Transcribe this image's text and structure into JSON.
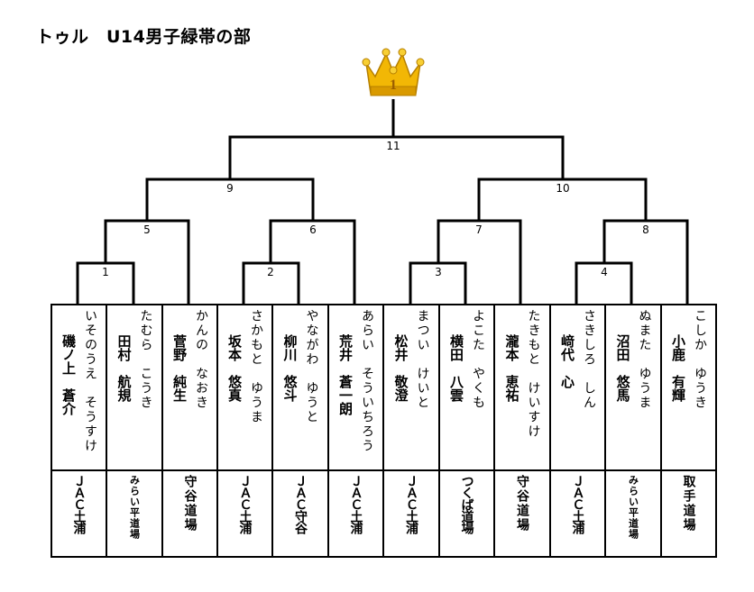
{
  "title": "トゥル　U14男子緑帯の部",
  "trophy": {
    "icon": "crown-icon",
    "place": "1",
    "color": "#f2b705"
  },
  "rounds": {
    "first": [
      "1",
      "2",
      "3",
      "4"
    ],
    "second": [
      "5",
      "6",
      "7",
      "8"
    ],
    "semis": [
      "9",
      "10"
    ],
    "final": "11"
  },
  "players": [
    {
      "name": "磯ノ上　蒼介",
      "kana": "いそのうえ　そうすけ",
      "dojo": "ＪＡＣ土浦"
    },
    {
      "name": "田村　航規",
      "kana": "たむら　こうき",
      "dojo": "みらい平道場"
    },
    {
      "name": "菅野　純生",
      "kana": "かんの　なおき",
      "dojo": "守谷道場"
    },
    {
      "name": "坂本　悠真",
      "kana": "さかもと　ゆうま",
      "dojo": "ＪＡＣ土浦"
    },
    {
      "name": "柳川　悠斗",
      "kana": "やながわ　ゆうと",
      "dojo": "ＪＡＣ守谷"
    },
    {
      "name": "荒井　蒼一朗",
      "kana": "あらい　そういちろう",
      "dojo": "ＪＡＣ土浦"
    },
    {
      "name": "松井　敬澄",
      "kana": "まつい　けいと",
      "dojo": "ＪＡＣ土浦"
    },
    {
      "name": "横田　八雲",
      "kana": "よこた　やくも",
      "dojo": "つくば道場"
    },
    {
      "name": "瀧本　恵祐",
      "kana": "たきもと　けいすけ",
      "dojo": "守谷道場"
    },
    {
      "name": "﨑代　心",
      "kana": "さきしろ　しん",
      "dojo": "ＪＡＣ土浦"
    },
    {
      "name": "沼田　悠馬",
      "kana": "ぬまた　ゆうま",
      "dojo": "みらい平道場"
    },
    {
      "name": "小鹿　有輝",
      "kana": "こしか　ゆうき",
      "dojo": "取手道場"
    }
  ]
}
